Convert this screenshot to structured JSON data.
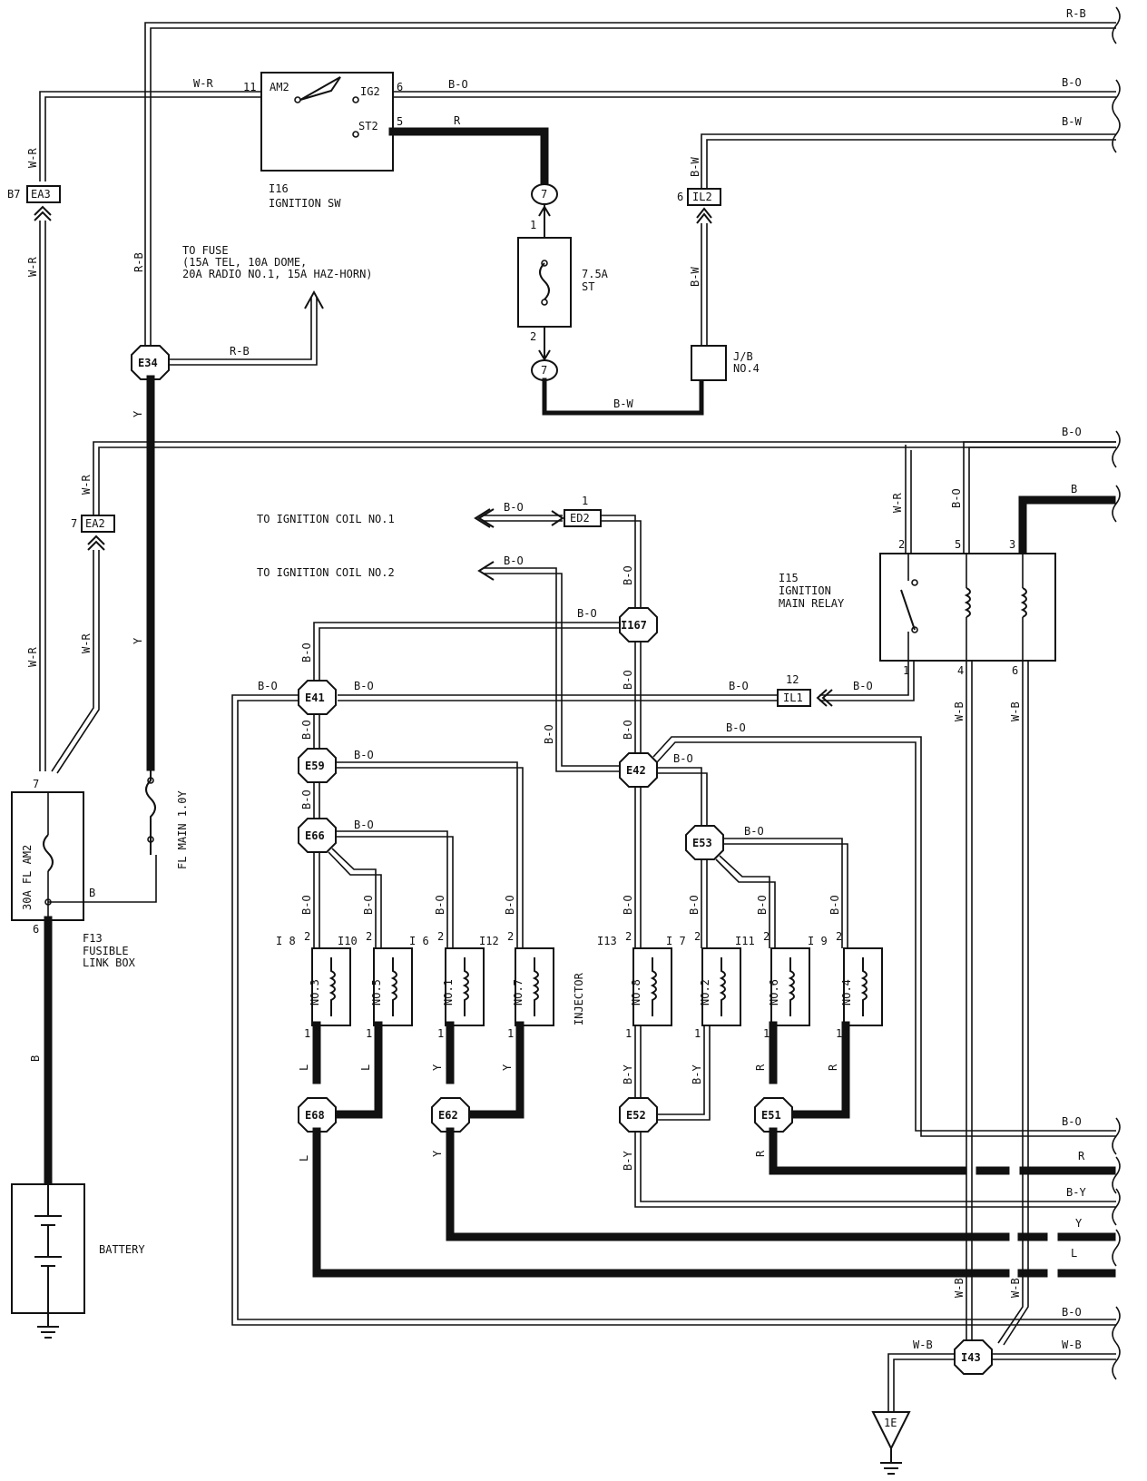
{
  "wires": {
    "rb": "R-B",
    "bo": "B-O",
    "bw": "B-W",
    "wr": "W-R",
    "r": "R",
    "y": "Y",
    "l": "L",
    "b": "B",
    "by": "B-Y",
    "wb": "W-B"
  },
  "ignition_sw": {
    "code": "I16",
    "name": "IGNITION SW",
    "am2": "AM2",
    "ig2": "IG2",
    "st2": "ST2",
    "pin_am2": "11",
    "pin_ig2": "6",
    "pin_st2": "5"
  },
  "fuse_note": {
    "line1": "TO FUSE",
    "line2": "(15A TEL, 10A DOME,",
    "line3": " 20A RADIO NO.1, 15A HAZ-HORN)"
  },
  "st_fuse": {
    "rating": "7.5A",
    "name": "ST",
    "pin_top": "1",
    "pin_bottom": "2",
    "conn": "7"
  },
  "jb": {
    "line1": "J/B",
    "line2": "NO.4"
  },
  "connectors": {
    "ea3": "EA3",
    "ea3_pin": "B7",
    "ea2": "EA2",
    "ea2_pin": "7",
    "il2": "IL2",
    "il2_pin": "6",
    "ed2": "ED2",
    "ed2_pin": "1",
    "il1": "IL1",
    "il1_pin": "12",
    "e34": "E34",
    "i167": "I167",
    "e41": "E41",
    "e59": "E59",
    "e66": "E66",
    "e42": "E42",
    "e53": "E53",
    "e68": "E68",
    "e62": "E62",
    "e52": "E52",
    "e51": "E51",
    "i43": "I43",
    "ground": "1E"
  },
  "ignition_coil": {
    "to_coil1": "TO IGNITION COIL NO.1",
    "to_coil2": "TO IGNITION COIL NO.2"
  },
  "main_relay": {
    "code": "I15",
    "line1": "IGNITION",
    "line2": "MAIN RELAY",
    "pin2": "2",
    "pin5": "5",
    "pin3": "3",
    "pin1": "1",
    "pin4": "4",
    "pin6": "6"
  },
  "fusible_link": {
    "fuse_label": "30A FL AM2",
    "code": "F13",
    "line1": "FUSIBLE",
    "line2": "LINK BOX",
    "pin_top": "7",
    "pin_b": "B",
    "pin_bottom": "6"
  },
  "fl_main": "FL MAIN 1.0Y",
  "battery": "BATTERY",
  "injector_title": "INJECTOR",
  "injectors": [
    {
      "code": "I 8",
      "name": "NO.3",
      "p2": "2",
      "p1": "1"
    },
    {
      "code": "I10",
      "name": "NO.5",
      "p2": "2",
      "p1": "1"
    },
    {
      "code": "I 6",
      "name": "NO.1",
      "p2": "2",
      "p1": "1"
    },
    {
      "code": "I12",
      "name": "NO.7",
      "p2": "2",
      "p1": "1"
    },
    {
      "code": "I13",
      "name": "NO.8",
      "p2": "2",
      "p1": "1"
    },
    {
      "code": "I 7",
      "name": "NO.2",
      "p2": "2",
      "p1": "1"
    },
    {
      "code": "I11",
      "name": "NO.6",
      "p2": "2",
      "p1": "1"
    },
    {
      "code": "I 9",
      "name": "NO.4",
      "p2": "2",
      "p1": "1"
    }
  ]
}
